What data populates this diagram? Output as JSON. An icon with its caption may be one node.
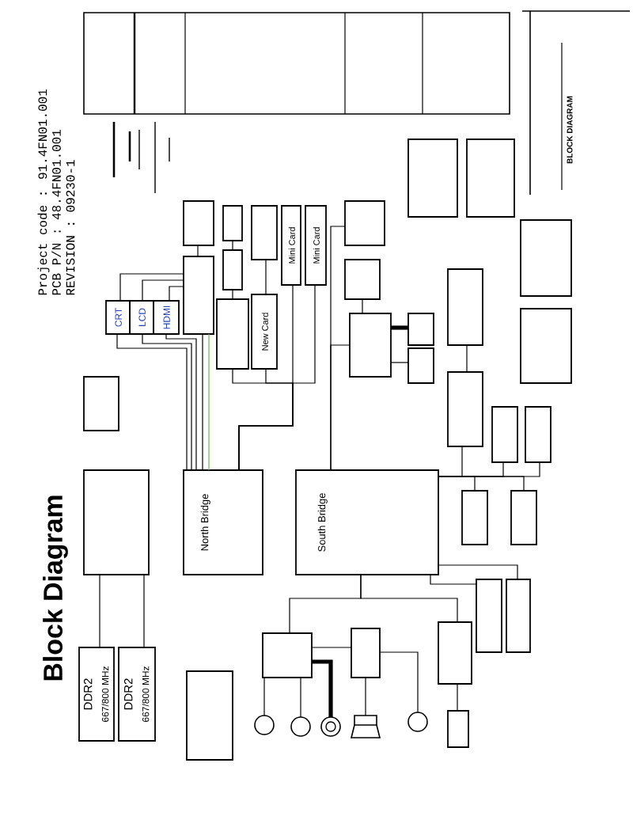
{
  "diagram": {
    "title": "Block Diagram",
    "nodes": [
      {
        "text": [],
        "shape": "box"
      },
      {
        "text": [
          "North Bridge"
        ]
      },
      {
        "text": [
          "South Bridge"
        ]
      },
      {
        "text": [
          "DDR2",
          "667/800 MHz"
        ]
      },
      {
        "text": [
          "DDR2",
          "667/800 MHz"
        ]
      },
      {
        "text": [
          "CRT"
        ]
      },
      {
        "text": [
          "LCD"
        ]
      },
      {
        "text": [
          "HDMI"
        ]
      },
      {
        "text": [],
        "shape": "box"
      },
      {
        "text": [],
        "shape": "box"
      },
      {
        "text": [],
        "shape": "box"
      },
      {
        "text": [],
        "shape": "box"
      },
      {
        "text": [],
        "shape": "box"
      },
      {
        "text": [],
        "shape": "box"
      },
      {
        "text": [
          "New Card"
        ]
      },
      {
        "text": [
          "Mini Card"
        ]
      },
      {
        "text": [
          "Mini Card"
        ]
      },
      {
        "text": [],
        "shape": "box"
      },
      {
        "text": [],
        "shape": "box"
      },
      {
        "text": [],
        "shape": "box"
      },
      {
        "text": [],
        "shape": "box"
      },
      {
        "text": [],
        "shape": "box"
      },
      {
        "text": [],
        "shape": "box"
      },
      {
        "text": [],
        "shape": "box"
      },
      {
        "text": [],
        "shape": "box"
      },
      {
        "text": [],
        "shape": "box"
      },
      {
        "text": [],
        "shape": "box"
      },
      {
        "text": [],
        "shape": "box"
      },
      {
        "text": [],
        "shape": "box"
      },
      {
        "text": [],
        "shape": "box"
      },
      {
        "text": [],
        "shape": "box"
      },
      {
        "text": [],
        "shape": "box"
      },
      {
        "text": [],
        "shape": "box"
      },
      {
        "text": [],
        "shape": "box"
      },
      {
        "text": [],
        "shape": "box"
      },
      {
        "text": [],
        "shape": "box"
      },
      {
        "text": [],
        "shape": "box"
      },
      {
        "text": [],
        "shape": "box"
      },
      {
        "text": [],
        "shape": "circle"
      },
      {
        "text": [],
        "shape": "circle"
      },
      {
        "text": [],
        "shape": "ring"
      },
      {
        "text": [],
        "shape": "speaker"
      },
      {
        "text": [],
        "shape": "circle"
      },
      {
        "text": [],
        "shape": "box"
      },
      {
        "text": [],
        "shape": "box"
      }
    ],
    "edges": [
      {
        "from": 0,
        "to": 3,
        "arrow": "none"
      },
      {
        "from": 0,
        "to": 4,
        "arrow": "none"
      },
      {
        "from": 5,
        "to": 1,
        "arrow": "none"
      },
      {
        "from": 6,
        "to": 1,
        "arrow": "none"
      },
      {
        "from": 7,
        "to": 1,
        "arrow": "none"
      },
      {
        "from": 8,
        "to": 1,
        "arrow": "none",
        "color": "#66bb44"
      },
      {
        "from": 1,
        "to": 15,
        "arrow": "none"
      },
      {
        "from": 1,
        "to": 12,
        "arrow": "none"
      },
      {
        "from": 1,
        "to": 14,
        "arrow": "none"
      },
      {
        "from": 1,
        "to": 16,
        "arrow": "none"
      },
      {
        "from": 10,
        "to": 11,
        "arrow": "none"
      },
      {
        "from": 11,
        "to": 12,
        "arrow": "none"
      },
      {
        "from": 13,
        "to": 14,
        "arrow": "none"
      },
      {
        "from": 2,
        "to": 17,
        "arrow": "none"
      },
      {
        "from": 2,
        "to": 19,
        "arrow": "none"
      },
      {
        "from": 18,
        "to": 19,
        "arrow": "none"
      },
      {
        "from": 19,
        "to": 20,
        "arrow": "none",
        "style": "thick"
      },
      {
        "from": 19,
        "to": 21,
        "arrow": "none"
      },
      {
        "from": 26,
        "to": 27,
        "arrow": "none"
      },
      {
        "from": 2,
        "to": 27,
        "arrow": "none"
      },
      {
        "from": 2,
        "to": 28,
        "arrow": "none"
      },
      {
        "from": 2,
        "to": 29,
        "arrow": "none"
      },
      {
        "from": 2,
        "to": 30,
        "arrow": "none"
      },
      {
        "from": 2,
        "to": 31,
        "arrow": "none"
      },
      {
        "from": 2,
        "to": 33,
        "arrow": "none"
      },
      {
        "from": 2,
        "to": 32,
        "arrow": "none"
      },
      {
        "from": 2,
        "to": 34,
        "arrow": "none"
      },
      {
        "from": 2,
        "to": 37,
        "arrow": "none"
      },
      {
        "from": 34,
        "to": 35,
        "arrow": "none"
      },
      {
        "from": 37,
        "to": 36,
        "arrow": "none"
      },
      {
        "from": 37,
        "to": 38,
        "arrow": "none"
      },
      {
        "from": 37,
        "to": 39,
        "arrow": "none"
      },
      {
        "from": 37,
        "to": 40,
        "arrow": "none",
        "style": "thick"
      },
      {
        "from": 36,
        "to": 41,
        "arrow": "none"
      },
      {
        "from": 36,
        "to": 42,
        "arrow": "none"
      },
      {
        "from": 5,
        "to": 8,
        "arrow": "none"
      },
      {
        "from": 6,
        "to": 8,
        "arrow": "none"
      },
      {
        "from": 7,
        "to": 8,
        "arrow": "none"
      },
      {
        "from": 9,
        "to": 8,
        "arrow": "none"
      },
      {
        "from": 8,
        "to": 1,
        "arrow": "none"
      }
    ],
    "labels": [
      "Project code : 91.4FN01.001",
      "PCB P/N : 48.4FN01.001",
      "REVISION : 09230-1",
      "BLOCK DIAGRAM"
    ]
  }
}
